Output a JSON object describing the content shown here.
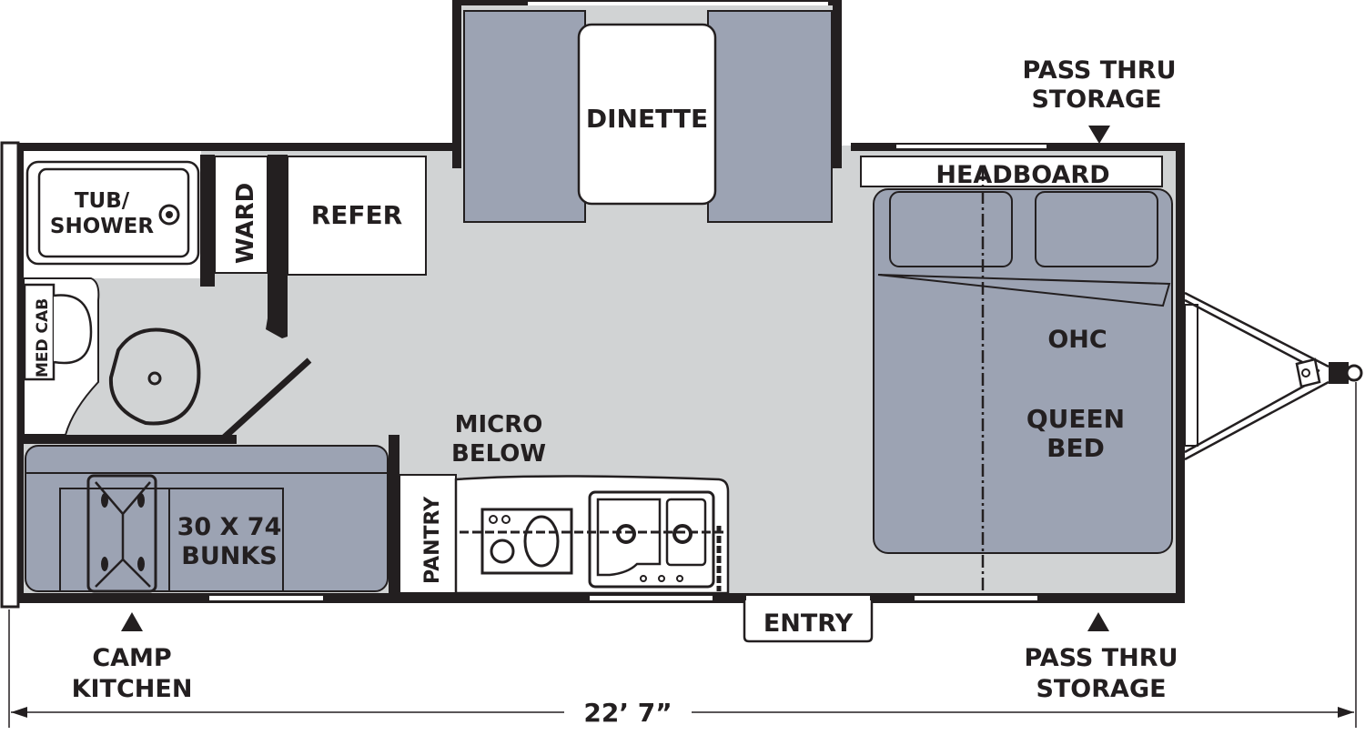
{
  "title": "Travel trailer floorplan",
  "colors": {
    "floor": "#d1d3d4",
    "furniture": "#9ca3b3",
    "wall": "#231f20",
    "background": "#ffffff"
  },
  "labels": {
    "dinette": "DINETTE",
    "pass_thru_top_1": "PASS THRU",
    "pass_thru_top_2": "STORAGE",
    "headboard": "HEADBOARD",
    "tub_1": "TUB/",
    "tub_2": "SHOWER",
    "ward": "WARD",
    "refer": "REFER",
    "med_cab": "MED CAB",
    "ohc": "OHC",
    "queen_1": "QUEEN",
    "queen_2": "BED",
    "micro_1": "MICRO",
    "micro_2": "BELOW",
    "bunks_1": "30 X 74",
    "bunks_2": "BUNKS",
    "pantry": "PANTRY",
    "entry": "ENTRY",
    "camp_1": "CAMP",
    "camp_2": "KITCHEN",
    "pass_thru_bottom_1": "PASS THRU",
    "pass_thru_bottom_2": "STORAGE",
    "length": "22’ 7”"
  }
}
